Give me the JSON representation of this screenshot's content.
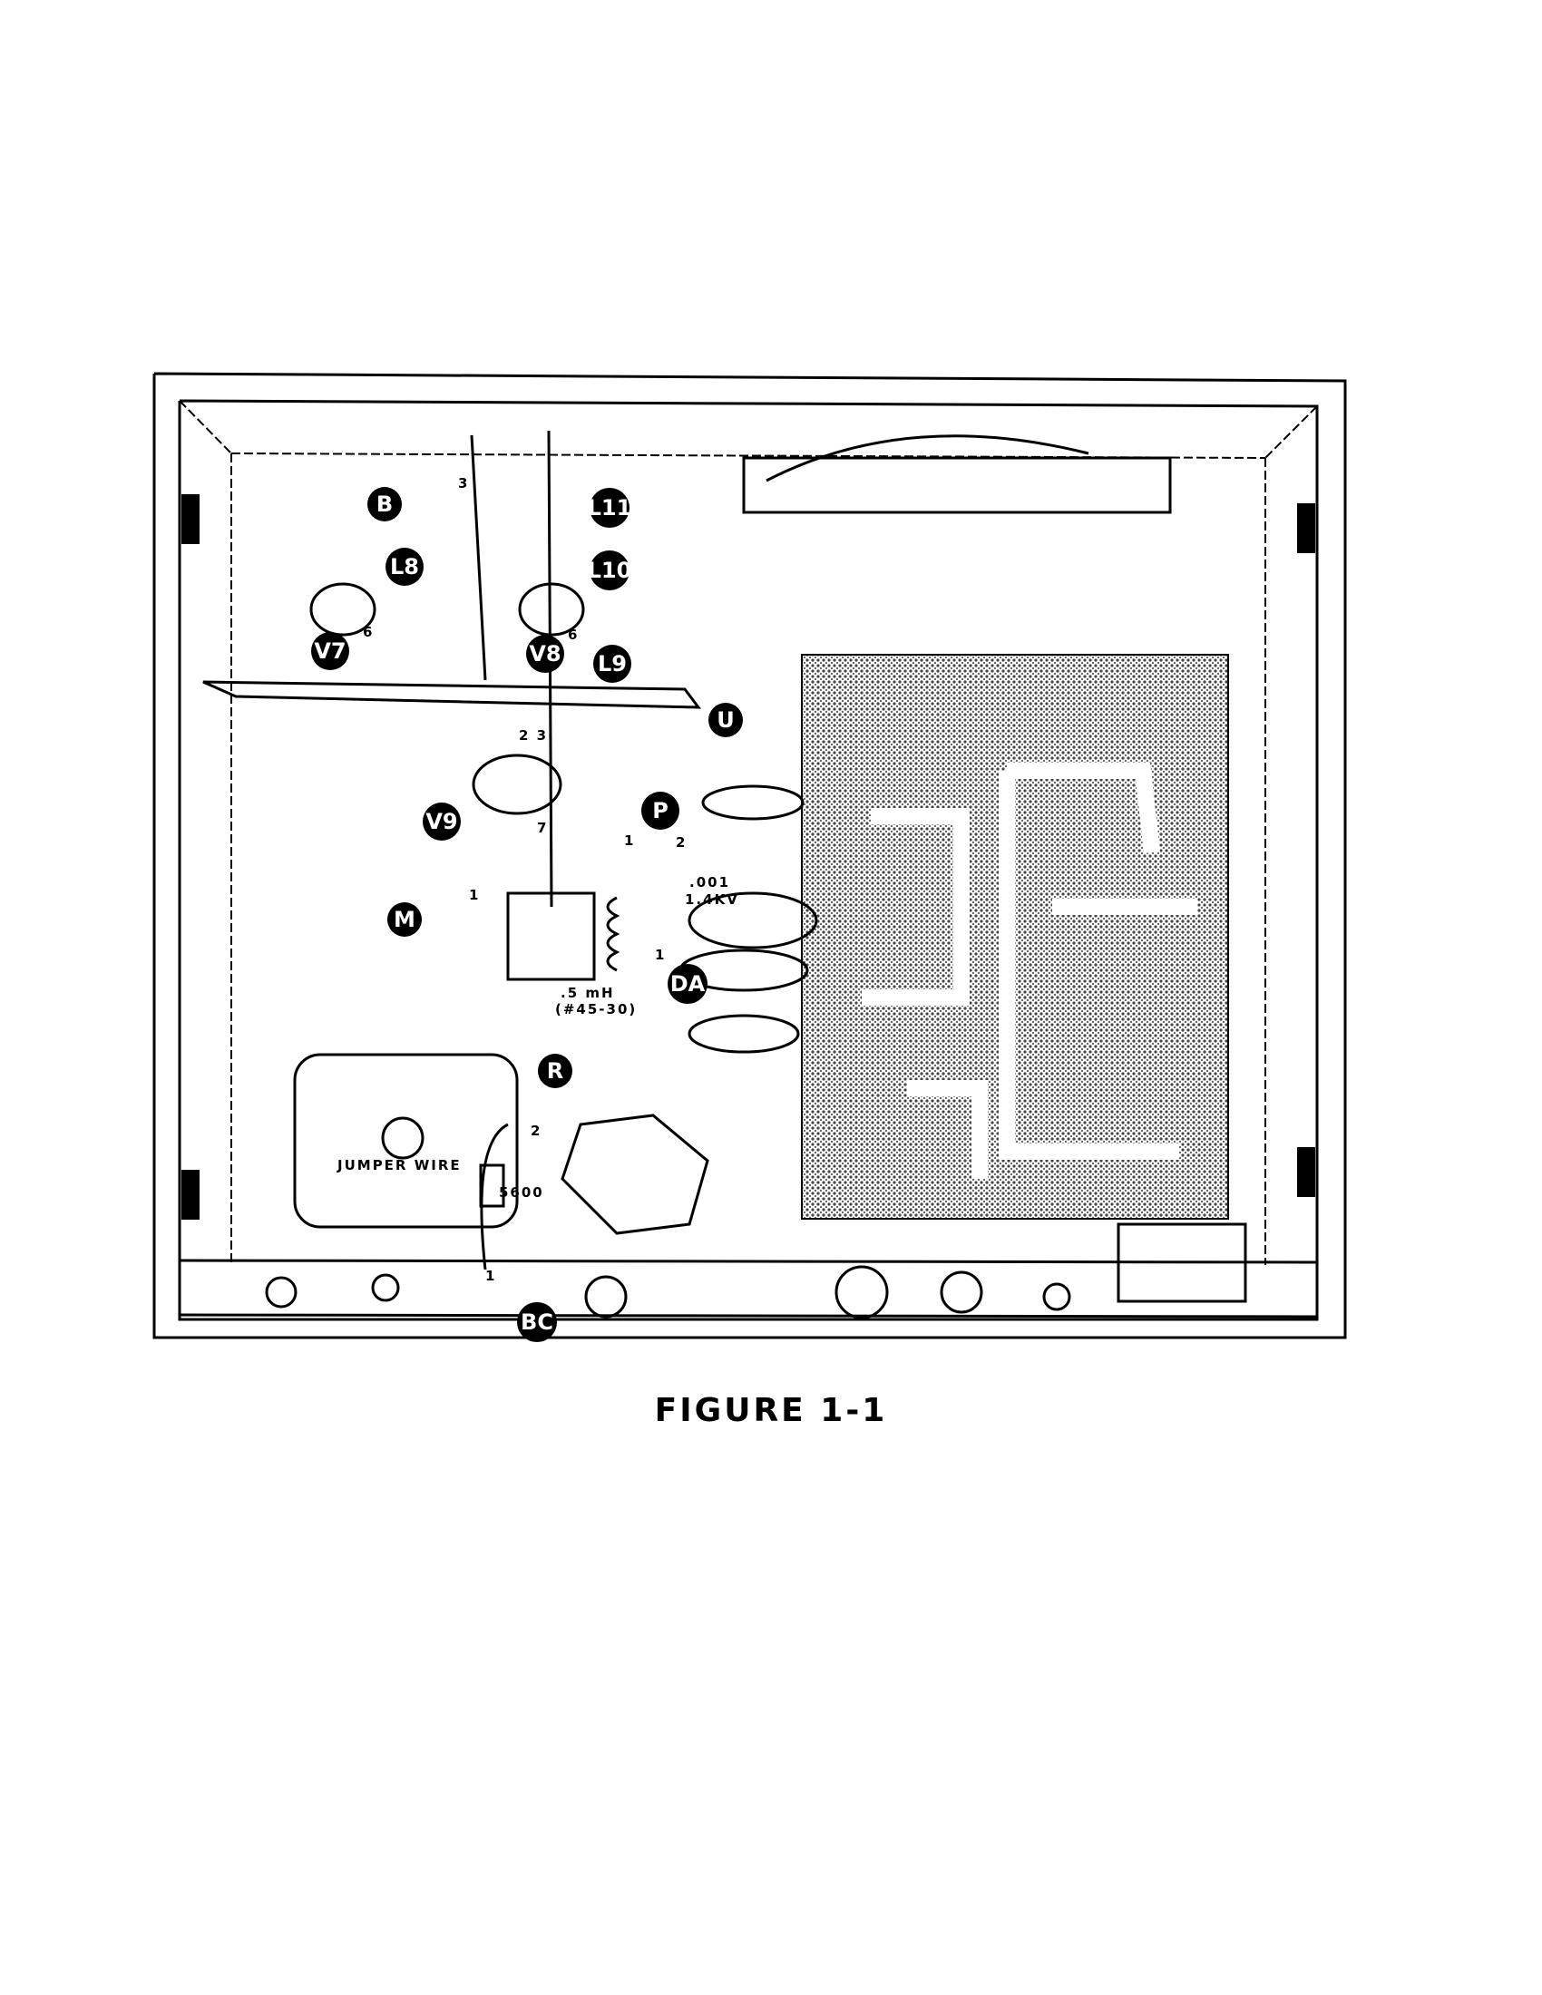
{
  "figure": {
    "caption": "FIGURE 1-1",
    "callouts": {
      "B": "B",
      "L8": "L8",
      "V7": "V7",
      "V8": "V8",
      "L11": "L11",
      "L10": "L10",
      "L9": "L9",
      "U": "U",
      "V9": "V9",
      "P": "P",
      "M": "M",
      "DA": "DA",
      "R": "R",
      "BC": "BC"
    },
    "pin_labels": {
      "b_pin": "3",
      "v7_pin": "6",
      "v8_pin": "6",
      "v9_pins": "2 3",
      "v9_pin7": "7",
      "p_pin1": "1",
      "p_pin2": "2",
      "m_pin": "1",
      "da_pin": "1",
      "r_pin": "2",
      "bc_pin": "1"
    },
    "annotations": {
      "capacitor_value": ".001",
      "capacitor_voltage": "1.4KV",
      "choke_value": ".5 mH",
      "choke_part": "(#45-30)",
      "jumper": "JUMPER WIRE",
      "resistor_value": "5600"
    }
  }
}
